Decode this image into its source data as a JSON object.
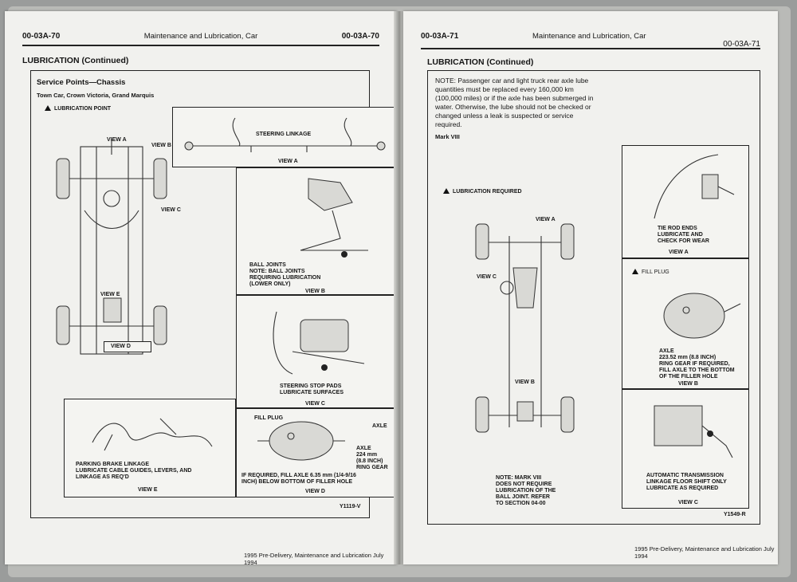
{
  "left_page": {
    "header": {
      "page_left": "00-03A-70",
      "title": "Maintenance and Lubrication, Car",
      "page_right": "00-03A-70"
    },
    "section_title": "LUBRICATION (Continued)",
    "subheading": "Service Points—Chassis",
    "models": "Town Car, Crown Victoria, Grand Marquis",
    "legend": "LUBRICATION POINT",
    "chassis_labels": {
      "view_a": "VIEW A",
      "view_b": "VIEW B",
      "view_c": "VIEW C",
      "view_e": "VIEW E",
      "view_d": "VIEW D"
    },
    "view_a_box": {
      "title": "STEERING LINKAGE",
      "caption": "VIEW A"
    },
    "view_b_box": {
      "text": [
        "BALL JOINTS",
        "NOTE: BALL JOINTS",
        "REQUIRING LUBRICATION",
        "(LOWER ONLY)"
      ],
      "caption": "VIEW B"
    },
    "view_c_box": {
      "text": [
        "STEERING STOP PADS",
        "LUBRICATE SURFACES"
      ],
      "caption": "VIEW C"
    },
    "view_e_box": {
      "text": [
        "PARKING BRAKE LINKAGE",
        "LUBRICATE CABLE GUIDES, LEVERS, AND",
        "LINKAGE AS REQ'D"
      ],
      "caption": "VIEW E"
    },
    "view_d_box": {
      "fill_plug": "FILL PLUG",
      "axle": "AXLE",
      "axle_spec": [
        "AXLE",
        "224 mm",
        "(8.8 INCH)",
        "RING GEAR"
      ],
      "text": [
        "IF REQUIRED, FILL AXLE 6.35 mm (1/4-9/16",
        "INCH) BELOW BOTTOM OF FILLER HOLE"
      ],
      "caption": "VIEW D"
    },
    "figure_code": "Y1119-V",
    "footer": "1995 Pre-Delivery, Maintenance and Lubrication July 1994"
  },
  "right_page": {
    "header": {
      "page_left": "00-03A-71",
      "title": "Maintenance and Lubrication, Car",
      "page_right": "00-03A-71"
    },
    "section_title": "LUBRICATION (Continued)",
    "note": [
      "NOTE: Passenger car and light truck rear axle lube",
      "quantities must be replaced every 160,000 km",
      "(100,000 miles) or if the axle has been submerged in",
      "water. Otherwise, the lube should not be checked or",
      "changed unless a leak is suspected or service",
      "required."
    ],
    "model": "Mark VIII",
    "legend": "LUBRICATION REQUIRED",
    "chassis_labels": {
      "view_a": "VIEW A",
      "view_c": "VIEW C",
      "view_b": "VIEW B"
    },
    "mark_note": [
      "NOTE: MARK VIII",
      "DOES NOT REQUIRE",
      "LUBRICATION OF THE",
      "BALL JOINT. REFER",
      "TO SECTION 04-00"
    ],
    "view_a_box": {
      "text": [
        "TIE ROD ENDS",
        "LUBRICATE AND",
        "CHECK FOR WEAR"
      ],
      "caption": "VIEW A"
    },
    "view_b_box": {
      "fill_plug": "FILL PLUG",
      "text": [
        "AXLE",
        "223.52 mm (8.8 INCH)",
        "RING GEAR IF REQUIRED,",
        "FILL AXLE TO THE BOTTOM",
        "OF THE FILLER HOLE"
      ],
      "caption": "VIEW B"
    },
    "view_c_box": {
      "text": [
        "AUTOMATIC TRANSMISSION",
        "LINKAGE FLOOR SHIFT ONLY",
        "LUBRICATE AS REQUIRED"
      ],
      "caption": "VIEW C"
    },
    "figure_code": "Y1549-R",
    "footer": "1995 Pre-Delivery, Maintenance and Lubrication July 1994"
  }
}
